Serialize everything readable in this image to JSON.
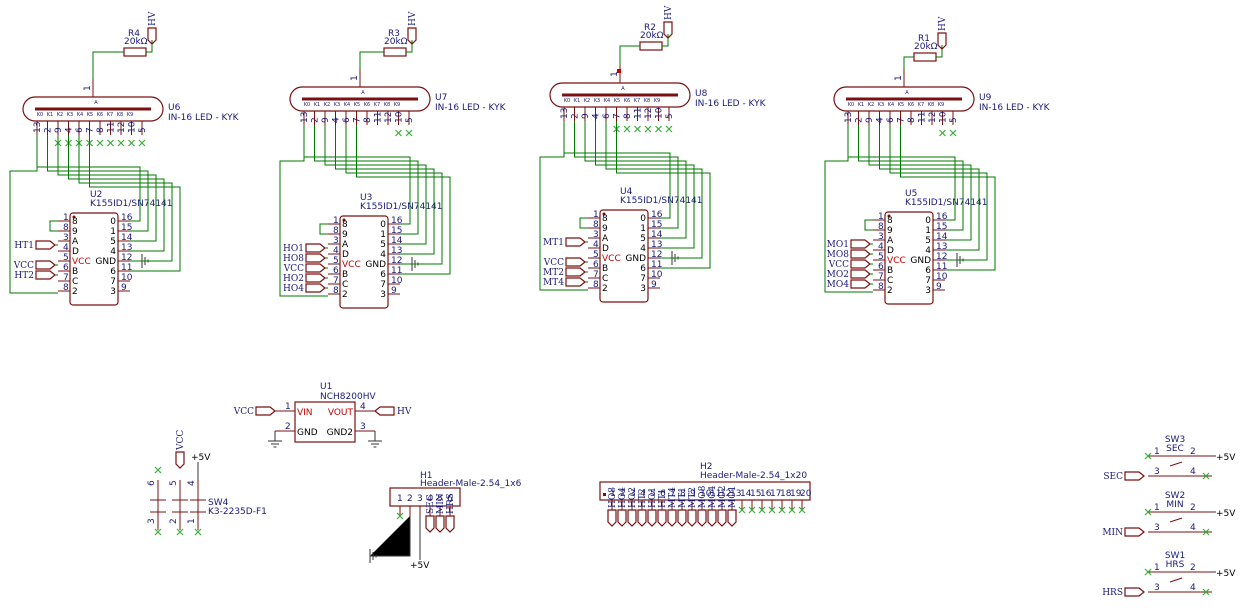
{
  "tubes": [
    {
      "ref": "U6",
      "value": "IN-16 LED - KYK",
      "res": "R4",
      "resval": "20kΩ"
    },
    {
      "ref": "U7",
      "value": "IN-16 LED - KYK",
      "res": "R3",
      "resval": "20kΩ"
    },
    {
      "ref": "U8",
      "value": "IN-16 LED - KYK",
      "res": "R2",
      "resval": "20kΩ"
    },
    {
      "ref": "U9",
      "value": "IN-16 LED - KYK",
      "res": "R1",
      "resval": "20kΩ"
    }
  ],
  "tube_pin_labels": [
    "K0",
    "K1",
    "K2",
    "K3",
    "K4",
    "K5",
    "K6",
    "K7",
    "K8",
    "K9"
  ],
  "tube_pin_numbers": [
    "13",
    "2",
    "9",
    "4",
    "6",
    "7",
    "8",
    "11",
    "12",
    "10",
    "5"
  ],
  "drivers": [
    {
      "ref": "U2",
      "value": "K155ID1/SN74141",
      "inputs": [
        "HT1",
        "",
        "VCC",
        "HT2"
      ]
    },
    {
      "ref": "U3",
      "value": "K155ID1/SN74141",
      "inputs": [
        "HO1",
        "HO8",
        "VCC",
        "HO2",
        "HO4"
      ]
    },
    {
      "ref": "U4",
      "value": "K155ID1/SN74141",
      "inputs": [
        "MT1",
        "",
        "VCC",
        "MT2",
        "MT4"
      ]
    },
    {
      "ref": "U5",
      "value": "K155ID1/SN74141",
      "inputs": [
        "MO1",
        "MO8",
        "VCC",
        "MO2",
        "MO4"
      ]
    }
  ],
  "driver_left_pins": [
    {
      "num": "1",
      "name": "8"
    },
    {
      "num": "8",
      "name": "9"
    },
    {
      "num": "3",
      "name": "A"
    },
    {
      "num": "4",
      "name": "D"
    },
    {
      "num": "5",
      "name": "VCC"
    },
    {
      "num": "6",
      "name": "B"
    },
    {
      "num": "7",
      "name": "C"
    },
    {
      "num": "8",
      "name": "2"
    }
  ],
  "driver_right_pins": [
    {
      "num": "16",
      "name": "0"
    },
    {
      "num": "15",
      "name": "1"
    },
    {
      "num": "14",
      "name": "5"
    },
    {
      "num": "13",
      "name": "4"
    },
    {
      "num": "12",
      "name": "GND"
    },
    {
      "num": "11",
      "name": "6"
    },
    {
      "num": "10",
      "name": "7"
    },
    {
      "num": "9",
      "name": "3"
    }
  ],
  "hv_label": "HV",
  "regulator": {
    "ref": "U1",
    "value": "NCH8200HV",
    "vin": "VIN",
    "vout": "VOUT",
    "gnd": "GND",
    "gnd2": "GND2",
    "in_net": "VCC",
    "out_net": "HV",
    "pins": [
      "1",
      "2",
      "4",
      "3"
    ]
  },
  "switch4": {
    "ref": "SW4",
    "value": "K3-2235D-F1",
    "net_top": "VCC",
    "net_5v": "+5V",
    "pins": [
      "6",
      "5",
      "4",
      "3",
      "2",
      "1"
    ]
  },
  "h1": {
    "ref": "H1",
    "value": "Header-Male-2.54_1x6",
    "pins": [
      "1",
      "2",
      "3",
      "4",
      "5",
      "6"
    ],
    "nets": [
      "SEC",
      "MIN",
      "HRS"
    ],
    "net_5v": "+5V"
  },
  "h2": {
    "ref": "H2",
    "value": "Header-Male-2.54_1x20",
    "pins": [
      "1",
      "2",
      "3",
      "4",
      "5",
      "6",
      "7",
      "8",
      "9",
      "10",
      "11",
      "12",
      "13",
      "14",
      "15",
      "16",
      "17",
      "18",
      "19",
      "20"
    ],
    "nets": [
      "HO8",
      "HO4",
      "HO2",
      "HT2",
      "HO1",
      "HT1",
      "MT4",
      "MT1",
      "MT2",
      "MO8",
      "MO4",
      "MO2",
      "MO1"
    ]
  },
  "switches": [
    {
      "ref": "SW3",
      "value": "SEC",
      "net": "SEC",
      "net_5v": "+5V"
    },
    {
      "ref": "SW2",
      "value": "MIN",
      "net": "MIN",
      "net_5v": "+5V"
    },
    {
      "ref": "SW1",
      "value": "HRS",
      "net": "HRS",
      "net_5v": "+5V"
    }
  ],
  "switch_pins": [
    "1",
    "2",
    "3",
    "4"
  ]
}
